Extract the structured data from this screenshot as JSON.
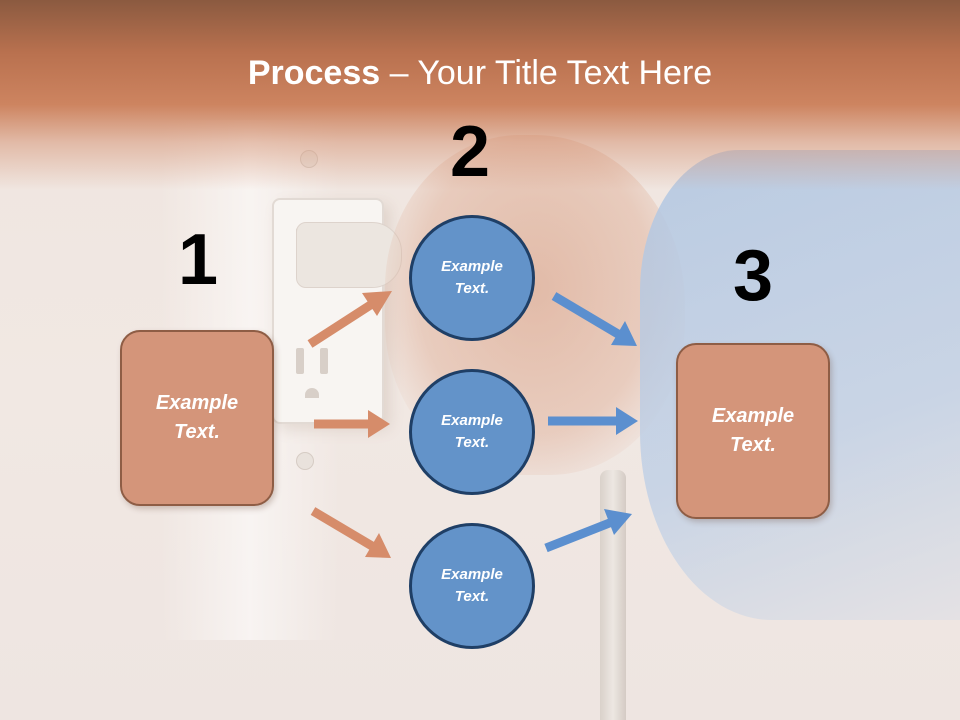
{
  "title": {
    "bold": "Process",
    "rest": " – Your Title Text Here"
  },
  "steps": [
    {
      "number": "1"
    },
    {
      "number": "2"
    },
    {
      "number": "3"
    }
  ],
  "left_box": {
    "line1": "Example",
    "line2": "Text."
  },
  "circles": [
    {
      "line1": "Example",
      "line2": "Text."
    },
    {
      "line1": "Example",
      "line2": "Text."
    },
    {
      "line1": "Example",
      "line2": "Text."
    }
  ],
  "right_box": {
    "line1": "Example",
    "line2": "Text."
  },
  "colors": {
    "header": "#c77a55",
    "box_fill": "#d4957a",
    "box_border": "#8e5d45",
    "circle_fill": "#6393c9",
    "circle_border": "#1f3f66",
    "arrow_orange": "#d68c6a",
    "arrow_blue": "#5b8fcf"
  }
}
